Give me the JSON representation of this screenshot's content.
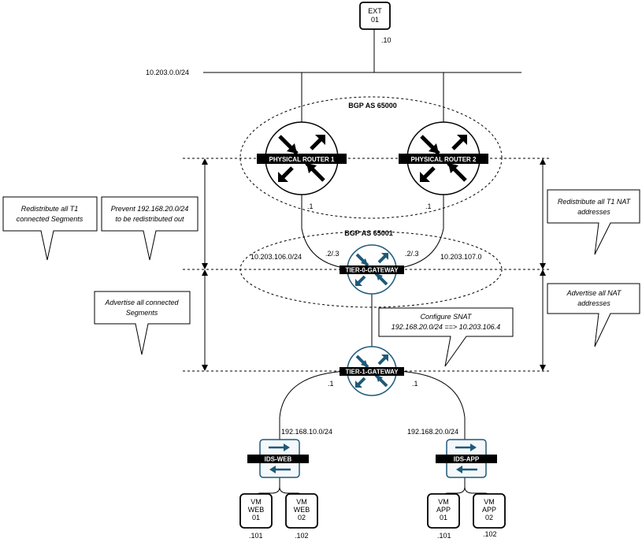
{
  "nodes": {
    "ext": {
      "line1": "EXT",
      "line2": "01",
      "ip": ".10"
    },
    "router1": {
      "label": "PHYSICAL ROUTER 1",
      "ip": ".1"
    },
    "router2": {
      "label": "PHYSICAL ROUTER 2",
      "ip": ".1"
    },
    "tier0": {
      "label": "TIER-0-GATEWAY"
    },
    "tier1": {
      "label": "TIER-1-GATEWAY"
    },
    "ids_web": {
      "label": "IDS-WEB"
    },
    "ids_app": {
      "label": "IDS-APP"
    },
    "vm_web_01": {
      "line1": "VM",
      "line2": "WEB",
      "line3": "01",
      "ip": ".101"
    },
    "vm_web_02": {
      "line1": "VM",
      "line2": "WEB",
      "line3": "02",
      "ip": ".102"
    },
    "vm_app_01": {
      "line1": "VM",
      "line2": "APP",
      "line3": "01",
      "ip": ".101"
    },
    "vm_app_02": {
      "line1": "VM",
      "line2": "APP",
      "line3": "02",
      "ip": ".102"
    }
  },
  "networks": {
    "external": "10.203.0.0/24",
    "uplink1": "10.203.106.0/24",
    "uplink2": "10.203.107.0",
    "t0_ip_left": ".2/.3",
    "t0_ip_right": ".2/.3",
    "t1_ip_left": ".1",
    "t1_ip_right": ".1",
    "web_segment": "192.168.10.0/24",
    "app_segment": "192.168.20.0/24"
  },
  "groups": {
    "bgp_65000": "BGP AS 65000",
    "bgp_65001": "BGP AS 65001"
  },
  "callouts": {
    "redistribute_t1_segments": [
      "Redistribute all T1",
      "connected Segments"
    ],
    "prevent": [
      "Prevent 192.168.20.0/24",
      "to be redistributed out"
    ],
    "advertise_segments": [
      "Advertise all connected",
      "Segments"
    ],
    "snat": [
      "Configure SNAT",
      "192.168.20.0/24 ==> 10.203.106.4"
    ],
    "redistribute_nat": [
      "Redistribute all T1 NAT",
      "addresses"
    ],
    "advertise_nat": [
      "Advertise all NAT",
      "addresses"
    ]
  },
  "colors": {
    "router_black": "#000000",
    "gateway_blue": "#1f5a78",
    "switch_blue": "#1f5a78",
    "switch_fill": "#f4f8fb"
  }
}
